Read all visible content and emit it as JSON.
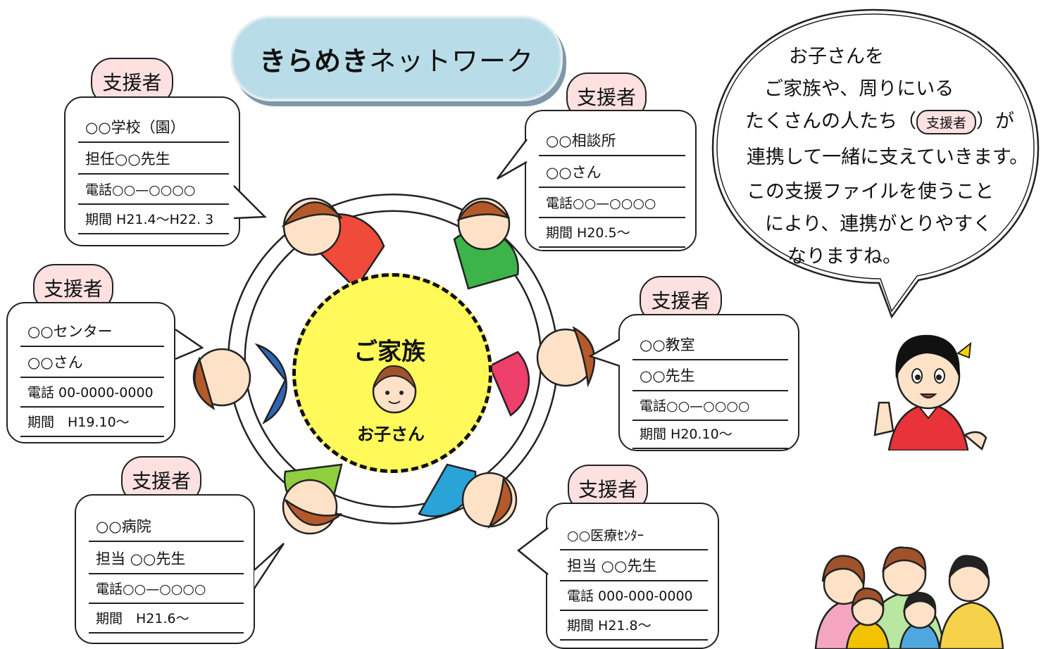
{
  "title": {
    "bold": "きらめき",
    "rest": "ネットワーク"
  },
  "supporter_tag": "支援者",
  "center": {
    "family": "ご家族",
    "child": "お子さん"
  },
  "cards": {
    "school": {
      "l1": "○○学校（園）",
      "l2": "担任○○先生",
      "l3": "電話○○—○○○○",
      "l4": "期間 H21.4～H22. 3"
    },
    "consult": {
      "l1": "○○相談所",
      "l2": "○○さん",
      "l3": "電話○○—○○○○",
      "l4": "期間 H20.5～"
    },
    "center": {
      "l1": "○○センター",
      "l2": "○○さん",
      "l3": "電話 00-0000-0000",
      "l4": "期間　H19.10～"
    },
    "classroom": {
      "l1": "○○教室",
      "l2": "○○先生",
      "l3": "電話○○—○○○○",
      "l4": "期間 H20.10～"
    },
    "hospital": {
      "l1": "○○病院",
      "l2": "担当 ○○先生",
      "l3": "電話○○—○○○○",
      "l4": "期間　H21.6～"
    },
    "medical": {
      "l1": "○○医療ｾﾝﾀｰ",
      "l2": "担当 ○○先生",
      "l3": "電話 000-000-0000",
      "l4": "期間 H21.8～"
    }
  },
  "speech": {
    "line1": "お子さんを",
    "line2": "ご家族や、周りにいる",
    "line3_pre": "たくさんの人たち（",
    "line3_tag": "支援者",
    "line3_post": "）が",
    "line4": "連携して一緒に支えていきます。",
    "line5": "この支援ファイルを使うこと",
    "line6": "により、連携がとりやすく",
    "line7": "なりますね。"
  }
}
